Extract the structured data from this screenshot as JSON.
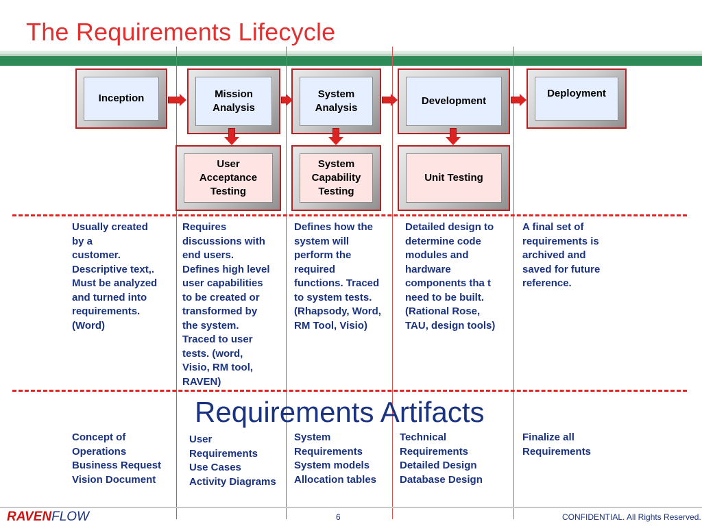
{
  "title": "The Requirements Lifecycle",
  "stages": [
    {
      "label": "Inception"
    },
    {
      "label": "Mission\nAnalysis"
    },
    {
      "label": "System\nAnalysis"
    },
    {
      "label": "Development"
    },
    {
      "label": "Deployment"
    }
  ],
  "testing": [
    {
      "label": "User\nAcceptance\nTesting"
    },
    {
      "label": "System\nCapability\nTesting"
    },
    {
      "label": "Unit Testing"
    }
  ],
  "descriptions": [
    "Usually created\nby a\ncustomer.\nDescriptive text,.\nMust be analyzed\nand turned into\nrequirements.\n(Word)",
    "Requires\ndiscussions with\nend users.\nDefines high level\nuser capabilities\nto be created or\ntransformed by\nthe system.\nTraced to user\ntests. (word,\nVisio, RM tool,\nRAVEN)",
    "Defines how the\nsystem will\nperform the\nrequired\nfunctions.  Traced\nto system tests.\n(Rhapsody, Word,\nRM Tool, Visio)",
    "Detailed design to\ndetermine code\nmodules and\nhardware\ncomponents tha t\nneed to be built.\n(Rational Rose,\nTAU, design tools)",
    "A final set of\nrequirements is\narchived and\nsaved for future\nreference."
  ],
  "artifacts_heading": "Requirements Artifacts",
  "artifacts": [
    "Concept of\nOperations\nBusiness Request\nVision Document",
    "User\nRequirements\nUse Cases\nActivity Diagrams",
    "System\nRequirements\nSystem models\nAllocation tables",
    "Technical\nRequirements\nDetailed Design\nDatabase Design",
    "Finalize all\nRequirements"
  ],
  "footer": {
    "logo_raven": "RAVEN",
    "logo_flow": "FLOW",
    "page_number": "6",
    "confidential": "CONFIDENTIAL. All Rights Reserved."
  },
  "colors": {
    "title": "#e03030",
    "band": "#2e8b57",
    "text_blue": "#1a3380",
    "arrow_red": "#dd2222"
  }
}
